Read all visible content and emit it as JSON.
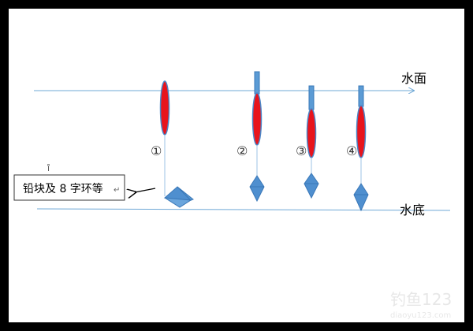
{
  "labels": {
    "water_surface": "水面",
    "water_bottom": "水底",
    "sinker_box": "铅块及 8 字环等",
    "sinker_box_mark": "↵",
    "sinker_box_tick": "ı̊"
  },
  "stages": [
    {
      "id": "1",
      "marker": "①"
    },
    {
      "id": "2",
      "marker": "②"
    },
    {
      "id": "3",
      "marker": "③"
    },
    {
      "id": "4",
      "marker": "④"
    }
  ],
  "watermark": {
    "line1": "钓鱼123",
    "line2": "diaoyu123.com"
  },
  "colors": {
    "water_line": "#6fa8d6",
    "float_body": "#e8141c",
    "float_outline": "#4a86c8",
    "float_stem": "#5b9bd5",
    "sinker": "#4f8fcf",
    "sinker_outline": "#3a78b8",
    "box_border": "#333333",
    "background": "#ffffff",
    "frame": "#000000"
  }
}
